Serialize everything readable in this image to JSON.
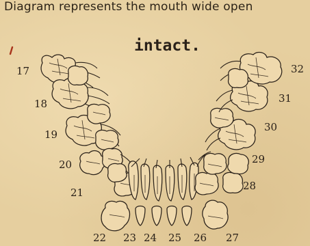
{
  "caption": "Diagram represents the mouth wide open",
  "subtitle": "intact.",
  "tooth_numbers": {
    "n17": "17",
    "n18": "18",
    "n19": "19",
    "n20": "20",
    "n21": "21",
    "n22": "22",
    "n23": "23",
    "n24": "24",
    "n25": "25",
    "n26": "26",
    "n27": "27",
    "n28": "28",
    "n29": "29",
    "n30": "30",
    "n31": "31",
    "n32": "32"
  },
  "colors": {
    "paper": "#e6cf9f",
    "ink": "#2a2119",
    "mark": "#a8341c"
  }
}
